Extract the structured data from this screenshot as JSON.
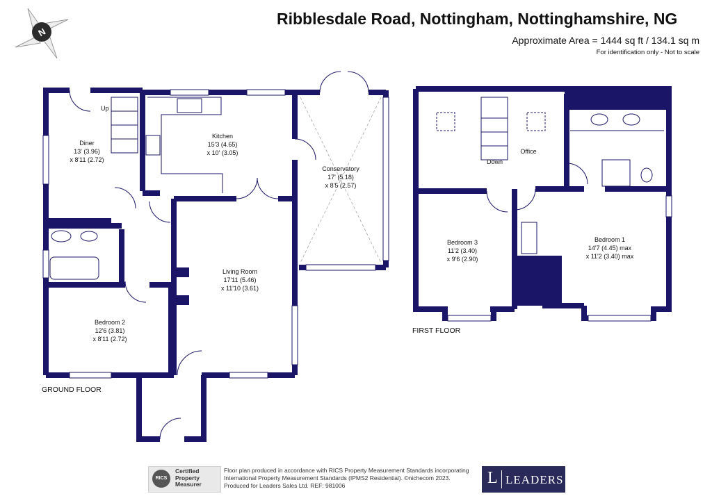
{
  "header": {
    "title": "Ribblesdale Road, Nottingham, Nottinghamshire, NG",
    "area": "Approximate Area = 1444 sq ft / 134.1 sq m",
    "identification": "For identification only - Not to scale"
  },
  "compass": {
    "letter": "N"
  },
  "ground_floor": {
    "label": "GROUND FLOOR",
    "rooms": {
      "diner": {
        "name": "Diner",
        "dim1": "13' (3.96)",
        "dim2": "x 8'11 (2.72)"
      },
      "kitchen": {
        "name": "Kitchen",
        "dim1": "15'3 (4.65)",
        "dim2": "x 10' (3.05)"
      },
      "conservatory": {
        "name": "Conservatory",
        "dim1": "17' (5.18)",
        "dim2": "x 8'5 (2.57)"
      },
      "living": {
        "name": "Living Room",
        "dim1": "17'11 (5.46)",
        "dim2": "x 11'10 (3.61)"
      },
      "bedroom2": {
        "name": "Bedroom 2",
        "dim1": "12'6 (3.81)",
        "dim2": "x 8'11 (2.72)"
      }
    },
    "stairs_label": "Up"
  },
  "first_floor": {
    "label": "FIRST FLOOR",
    "rooms": {
      "office": {
        "name": "Office"
      },
      "bedroom3": {
        "name": "Bedroom 3",
        "dim1": "11'2 (3.40)",
        "dim2": "x 9'6 (2.90)"
      },
      "bedroom1": {
        "name": "Bedroom 1",
        "dim1": "14'7 (4.45) max",
        "dim2": "x 11'2 (3.40) max"
      }
    },
    "stairs_label": "Down"
  },
  "footer": {
    "badge_logo": "RICS",
    "badge_line1": "Certified",
    "badge_line2": "Property",
    "badge_line3": "Measurer",
    "note_line1": "Floor plan produced in accordance with RICS Property Measurement Standards incorporating",
    "note_line2": "International Property Measurement Standards (IPMS2 Residential).  ©nichecom 2023.",
    "note_line3": "Produced for Leaders Sales Ltd.   REF:  981006",
    "brand_letter": "L",
    "brand_name": "LEADERS"
  },
  "colors": {
    "wall": "#1a1566",
    "fixture": "#1a1566",
    "brand": "#2a2a5a"
  }
}
